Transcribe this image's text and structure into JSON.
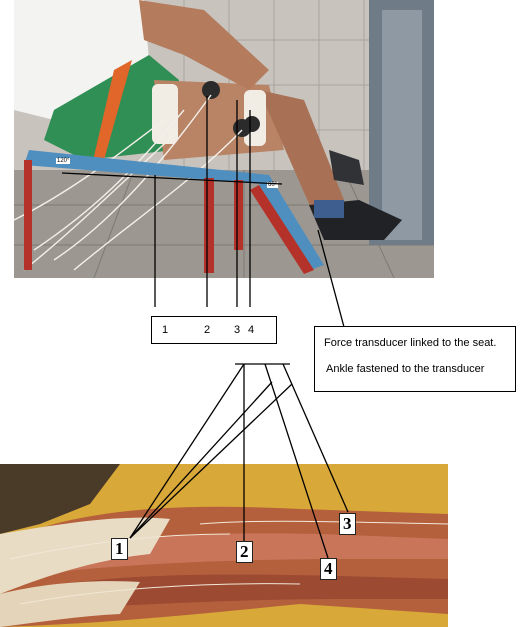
{
  "angles": {
    "knee": "120°",
    "hip": "60°"
  },
  "numbers_box": {
    "n1": "1",
    "n2": "2",
    "n3": "3",
    "n4": "4"
  },
  "force_box": {
    "line1": "Force transducer linked to the seat.",
    "line2": "Ankle fastened to the transducer"
  },
  "muscle_tags": {
    "t1": "1",
    "t2": "2",
    "t3": "3",
    "t4": "4"
  }
}
